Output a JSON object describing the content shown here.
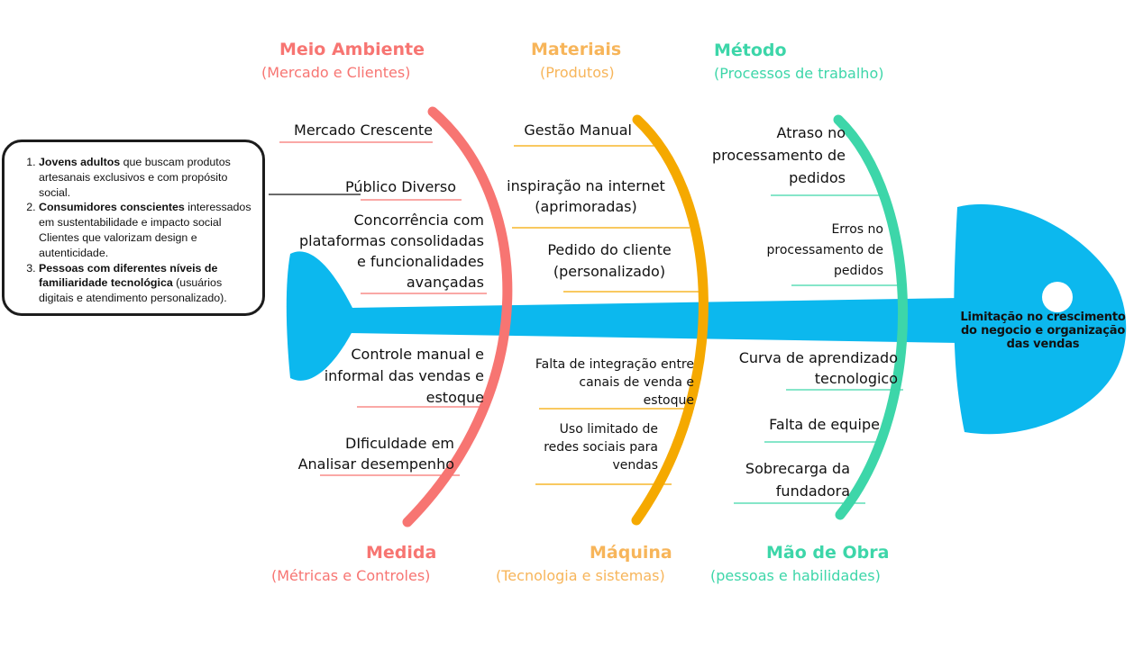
{
  "colors": {
    "body": "#0cb8ee",
    "medium": "#f77572",
    "material": "#f7b55a",
    "method": "#3dd6a9"
  },
  "problem": "Limitação no crescimento do negocio e organização das vendas",
  "categories": {
    "meio_ambiente": {
      "title": "Meio Ambiente",
      "subtitle": "(Mercado e Clientes)"
    },
    "materiais": {
      "title": "Materiais",
      "subtitle": "(Produtos)"
    },
    "metodo": {
      "title": "Método",
      "subtitle": "(Processos de trabalho)"
    },
    "medida": {
      "title": "Medida",
      "subtitle": "(Métricas e Controles)"
    },
    "maquina": {
      "title": "Máquina",
      "subtitle": "(Tecnologia e sistemas)"
    },
    "mao_de_obra": {
      "title": "Mão de Obra",
      "subtitle": "(pessoas e habilidades)"
    }
  },
  "causes": {
    "meio_ambiente": [
      "Mercado Crescente",
      "Público Diverso",
      "Concorrência com plataformas consolidadas e funcionalidades avançadas"
    ],
    "materiais": [
      "Gestão Manual",
      "inspiração na internet (aprimoradas)",
      "Pedido do cliente (personalizado)"
    ],
    "metodo": [
      "Atraso no processamento de pedidos",
      "Erros no processamento de pedidos"
    ],
    "medida": [
      "Controle manual e informal das vendas e estoque",
      "DIficuldade em Analisar desempenho"
    ],
    "maquina": [
      "Falta de integração entre canais de venda e estoque",
      "Uso limitado de redes sociais para vendas"
    ],
    "mao_de_obra": [
      "Curva de aprendizado tecnologico",
      "Falta de equipe",
      "Sobrecarga da fundadora"
    ]
  },
  "note": {
    "items": [
      {
        "num": "1.",
        "bold": "Jovens adultos",
        "text": " que buscam produtos artesanais exclusivos e com propósito social."
      },
      {
        "num": "2.",
        "bold": "Consumidores conscientes",
        "text": " interessados em sustentabilidade e impacto social Clientes que valorizam design e autenticidade."
      },
      {
        "num": "3.",
        "bold": "Pessoas com diferentes níveis de familiaridade tecnológica",
        "text": " (usuários digitais e atendimento personalizado)."
      }
    ]
  }
}
